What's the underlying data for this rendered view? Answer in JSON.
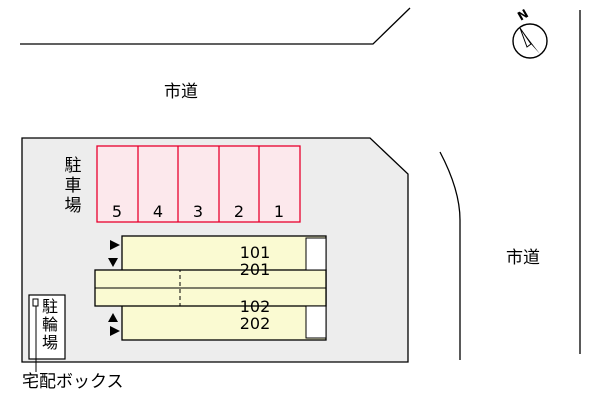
{
  "compass": {
    "north_label": "N"
  },
  "roads": {
    "top": "市道",
    "right": "市道"
  },
  "parking": {
    "label_chars": [
      "駐",
      "車",
      "場"
    ],
    "slots": [
      "5",
      "4",
      "3",
      "2",
      "1"
    ]
  },
  "building": {
    "units_upper": [
      "101",
      "201"
    ],
    "units_lower": [
      "102",
      "202"
    ]
  },
  "bike_parking": {
    "label_chars": [
      "駐",
      "輪",
      "場"
    ]
  },
  "delivery_box": {
    "label": "宅配ボックス"
  },
  "colors": {
    "parking_outline": "#e8002d",
    "parking_fill": "#fce8ec",
    "building_fill": "#fafad2",
    "lot_fill": "#ededed"
  }
}
